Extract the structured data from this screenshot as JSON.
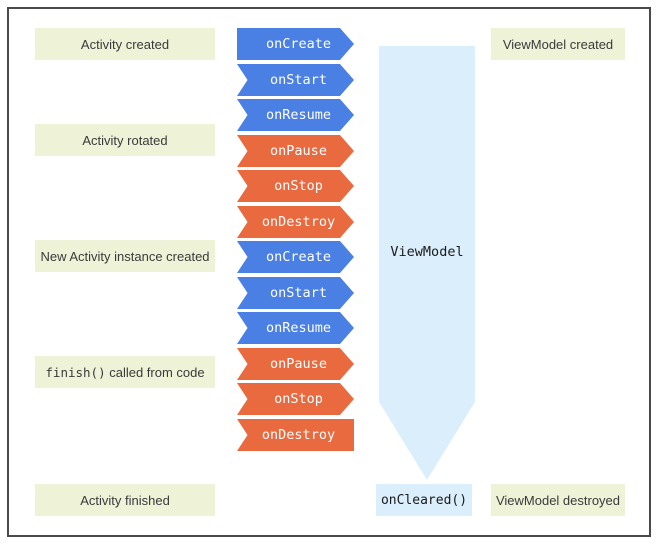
{
  "left_events": {
    "activity_created": "Activity created",
    "activity_rotated": "Activity rotated",
    "new_instance": "New Activity instance created",
    "finish_code": "finish()",
    "finish_text": " called from code",
    "activity_finished": "Activity finished"
  },
  "callbacks": [
    {
      "label": "onCreate",
      "color": "blue"
    },
    {
      "label": "onStart",
      "color": "blue"
    },
    {
      "label": "onResume",
      "color": "blue"
    },
    {
      "label": "onPause",
      "color": "orange"
    },
    {
      "label": "onStop",
      "color": "orange"
    },
    {
      "label": "onDestroy",
      "color": "orange"
    },
    {
      "label": "onCreate",
      "color": "blue"
    },
    {
      "label": "onStart",
      "color": "blue"
    },
    {
      "label": "onResume",
      "color": "blue"
    },
    {
      "label": "onPause",
      "color": "orange"
    },
    {
      "label": "onStop",
      "color": "orange"
    },
    {
      "label": "onDestroy",
      "color": "orange"
    }
  ],
  "viewmodel": {
    "label": "ViewModel",
    "cleared": "onCleared()"
  },
  "right_events": {
    "created": "ViewModel created",
    "destroyed": "ViewModel destroyed"
  },
  "colors": {
    "blue": "#4a7fe4",
    "orange": "#ea6a3f",
    "event_bg": "#eef3d8",
    "viewmodel_bg": "#dbeefc"
  }
}
